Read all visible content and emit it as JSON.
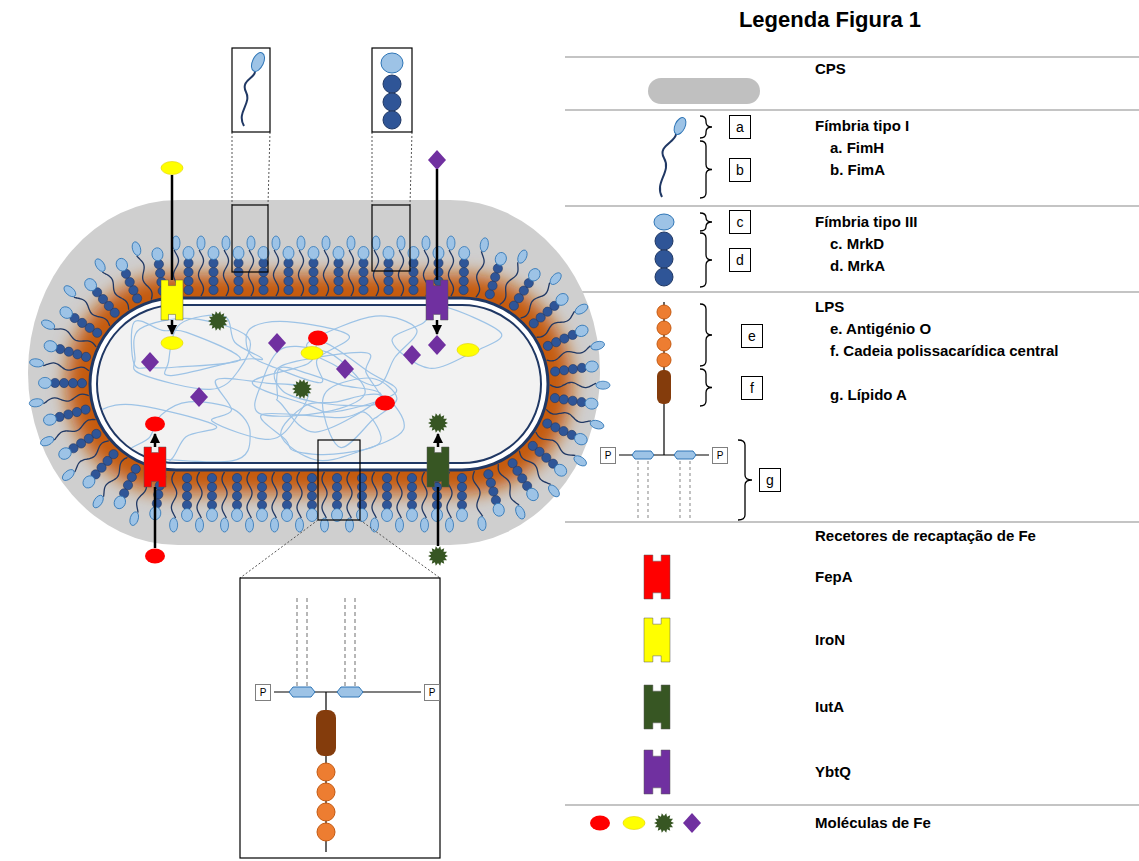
{
  "diagram": {
    "title": "Legenda Figura 1",
    "nodes": [
      {
        "text": [
          "a"
        ]
      },
      {
        "text": [
          "b"
        ]
      },
      {
        "text": [
          "c"
        ]
      },
      {
        "text": [
          "d"
        ]
      },
      {
        "text": [
          "e"
        ]
      },
      {
        "text": [
          "f"
        ]
      },
      {
        "text": [
          "P"
        ]
      },
      {
        "text": [
          "P"
        ]
      },
      {
        "text": [
          "g"
        ]
      },
      {
        "text": [
          "P"
        ]
      },
      {
        "text": [
          "P"
        ]
      }
    ],
    "legend": [
      {
        "text": "CPS",
        "color": "#c0c0c0"
      },
      {
        "text": "Fímbria tipo I"
      },
      {
        "text": "a. FimH"
      },
      {
        "text": "b. FimA"
      },
      {
        "text": "Fímbria tipo III"
      },
      {
        "text": "c. MrkD"
      },
      {
        "text": "d. MrkA"
      },
      {
        "text": "LPS"
      },
      {
        "text": "e. Antigénio O"
      },
      {
        "text": "f. Cadeia polissacarídica central"
      },
      {
        "text": "g. Lípido A"
      },
      {
        "text": "Recetores de recaptação de Fe"
      },
      {
        "text": "FepA",
        "color": "#ff0000"
      },
      {
        "text": "IroN",
        "color": "#ffff00"
      },
      {
        "text": "IutA",
        "color": "#375623"
      },
      {
        "text": "YbtQ",
        "color": "#7030a0"
      },
      {
        "text": "Moléculas de Fe"
      }
    ]
  }
}
